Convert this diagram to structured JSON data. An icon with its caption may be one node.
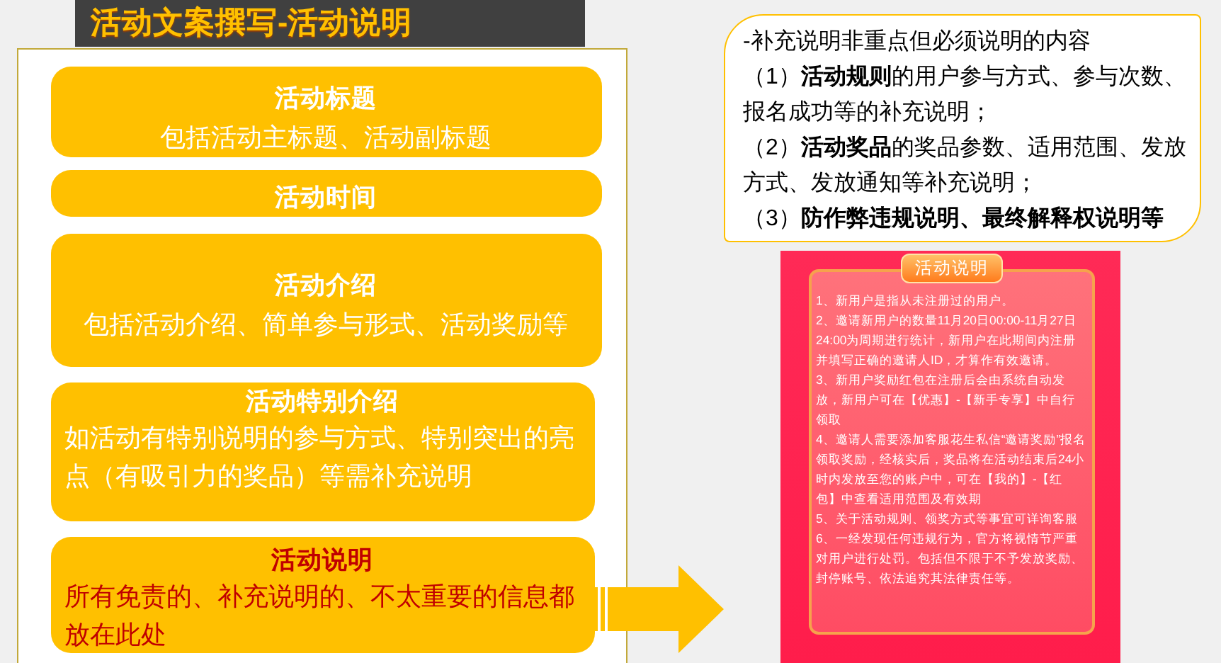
{
  "diagram": {
    "title": "活动文案撰写-活动说明",
    "nodes": [
      {
        "text": [],
        "shape": "box"
      },
      {
        "text": [
          "活动标题",
          "包括活动主标题、活动副标题"
        ],
        "in": 0
      },
      {
        "text": [
          "活动时间"
        ],
        "in": 0
      },
      {
        "text": [
          "活动介绍",
          "包括活动介绍、简单参与形式、活动奖励等"
        ],
        "in": 0
      },
      {
        "text": [
          "活动特别介绍",
          "如活动有特别说明的参与方式、特别突出的亮点（有吸引力的奖品）等需补充说明"
        ],
        "in": 0
      },
      {
        "text": [
          "活动说明",
          "所有免责的、补充说明的、不太重要的信息都放在此处"
        ],
        "in": 0
      },
      {
        "text": [
          "-补充说明非重点但必须说明的内容",
          "（1）**活动规则**的用户参与方式、参与次数、报名成功等的补充说明；",
          "（2）**活动奖品**的奖品参数、适用范围、发放方式、发放通知等补充说明；",
          "（3）**防作弊违规说明、最终解释权说明等**"
        ]
      },
      {
        "text": [
          "活动说明",
          "1、新用户是指从未注册过的用户。",
          "2、邀请新用户的数量11月20日00:00-11月27日24:00为周期进行统计，新用户在此期间内注册并填写正确的邀请人ID，才算作有效邀请。",
          "3、新用户奖励红包在注册后会由系统自动发放，新用户可在【优惠】-【新手专享】中自行领取",
          "4、邀请人需要添加客服花生私信“邀请奖励”报名领取奖励，经核实后，奖品将在活动结束后24小时内发放至您的账户中，可在【我的】-【红包】中查看适用范围及有效期",
          "5、关于活动规则、领奖方式等事宜可详询客服",
          "6、一经发现任何违规行为，官方将视情节严重对用户进行处罚。包括但不限于不予发放奖励、封停账号、依法追究其法律责任等。"
        ]
      }
    ],
    "edges": [
      {
        "from": 5,
        "to": 7,
        "arrow": "to"
      }
    ]
  }
}
